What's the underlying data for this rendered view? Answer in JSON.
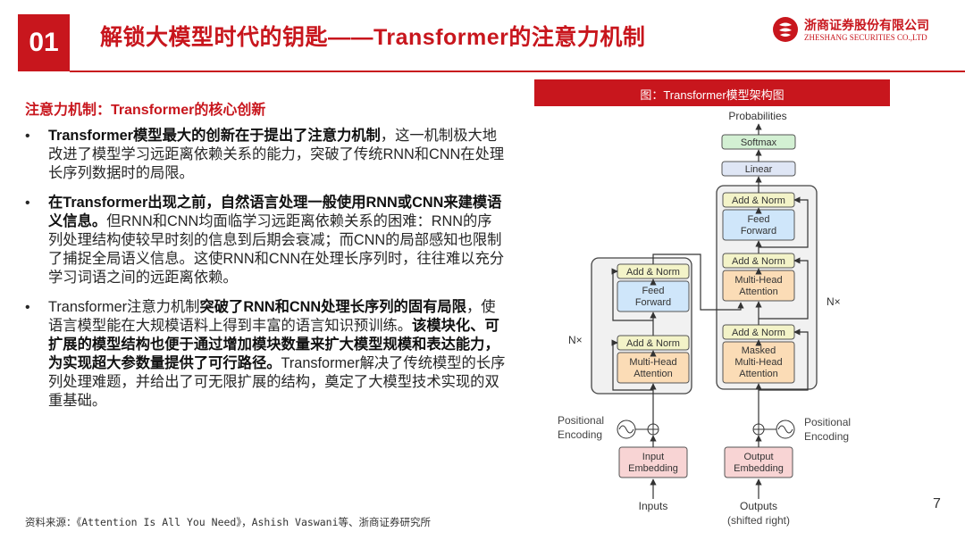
{
  "header": {
    "slide_number": "01",
    "title": "解锁大模型时代的钥匙——Transformer的注意力机制",
    "logo_cn": "浙商证券股份有限公司",
    "logo_en": "ZHESHANG SECURITIES CO.,LTD"
  },
  "content": {
    "subtitle": "注意力机制：Transformer的核心创新",
    "bullets": [
      {
        "b1": "Transformer模型最大的创新在于提出了注意力机制",
        "t1": "，这一机制极大地改进了模型学习远距离依赖关系的能力，突破了传统RNN和CNN在处理长序列数据时的局限。"
      },
      {
        "b1": "在Transformer出现之前，自然语言处理一般使用RNN或CNN来建模语义信息。",
        "t1": "但RNN和CNN均面临学习远距离依赖关系的困难：RNN的序列处理结构使较早时刻的信息到后期会衰减；而CNN的局部感知也限制了捕捉全局语义信息。这使RNN和CNN在处理长序列时，往往难以充分学习词语之间的远距离依赖。"
      },
      {
        "t0": "Transformer注意力机制",
        "b1": "突破了RNN和CNN处理长序列的固有局限",
        "t1": "，使语言模型能在大规模语料上得到丰富的语言知识预训练。",
        "b2": "该模块化、可扩展的模型结构也便于通过增加模块数量来扩大模型规模和表达能力，为实现超大参数量提供了可行路径。",
        "t2": "Transformer解决了传统模型的长序列处理难题，并给出了可无限扩展的结构，奠定了大模型技术实现的双重基础。"
      }
    ]
  },
  "figure": {
    "caption": "图：Transformer模型架构图",
    "output_probs": "Probabilities",
    "softmax": "Softmax",
    "linear": "Linear",
    "add_norm": "Add & Norm",
    "feed_forward_1": "Feed",
    "feed_forward_2": "Forward",
    "mha_1": "Multi-Head",
    "mha_2": "Attention",
    "masked": "Masked",
    "nx": "N×",
    "pos_1": "Positional",
    "pos_2": "Encoding",
    "input_emb_1": "Input",
    "input_emb_2": "Embedding",
    "output_emb_1": "Output",
    "output_emb_2": "Embedding",
    "inputs": "Inputs",
    "outputs": "Outputs",
    "outputs_sub": "(shifted right)",
    "colors": {
      "add_norm_fill": "#f3f3c8",
      "ffn_fill": "#cfe6fa",
      "mha_fill": "#fbdcb6",
      "emb_fill": "#f8d4d4",
      "softmax_fill": "#d3f0d3",
      "linear_fill": "#dfe6f5",
      "block_fill": "#f1f1f1"
    }
  },
  "footer": {
    "source": "资料来源：《Attention Is All You Need》，Ashish Vaswani等、浙商证券研究所",
    "page_number": "7"
  }
}
